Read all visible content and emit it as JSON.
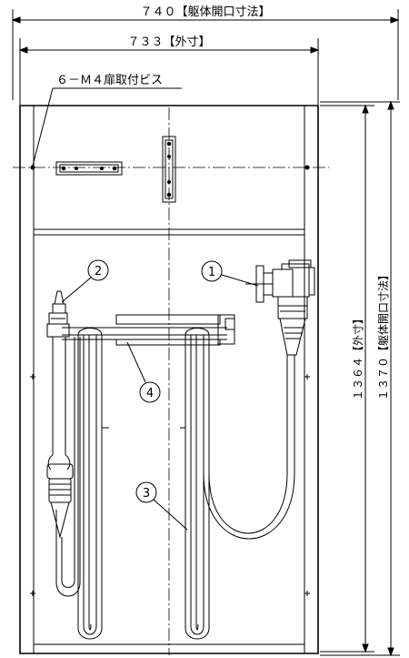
{
  "dimensions": {
    "top_body_opening": "７４０【躯体開口寸法】",
    "top_outer": "７３３【外寸】",
    "right_outer": "１３６４【外寸】",
    "right_body_opening": "１３７０【躯体開口寸法】"
  },
  "notes": {
    "screw_note": "６－Ｍ４扉取付ビス"
  },
  "callouts": [
    {
      "id": "1",
      "label": "1"
    },
    {
      "id": "2",
      "label": "2"
    },
    {
      "id": "3",
      "label": "3"
    },
    {
      "id": "4",
      "label": "4"
    }
  ],
  "colors": {
    "line": "#000000",
    "background": "#ffffff"
  }
}
